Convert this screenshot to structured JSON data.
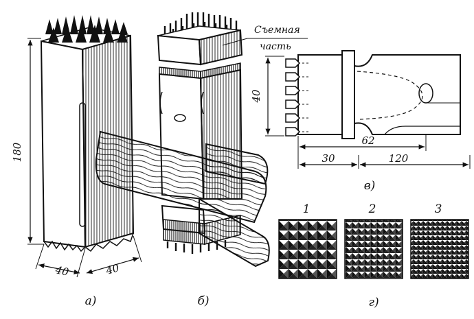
{
  "callout": {
    "line1": "Съемная",
    "line2": "часть"
  },
  "dimensions": {
    "height_a": "180",
    "width_left_a": "40",
    "width_right_a": "40",
    "height_v": "40",
    "length_v": "62",
    "tip_v": "30",
    "total_v": "120"
  },
  "captions": {
    "a": "а)",
    "b": "б)",
    "v": "в)",
    "g": "г)"
  },
  "patterns": {
    "p1": "1",
    "p2": "2",
    "p3": "3"
  },
  "colors": {
    "ink": "#111111",
    "paper": "#ffffff"
  }
}
